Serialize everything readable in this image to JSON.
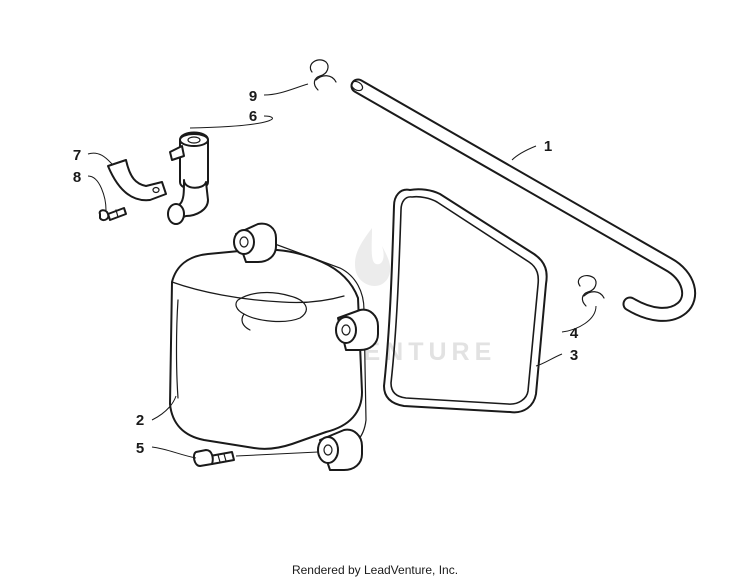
{
  "callouts": {
    "p1": "1",
    "p2": "2",
    "p3": "3",
    "p4": "4",
    "p5": "5",
    "p6": "6",
    "p7": "7",
    "p8": "8",
    "p9": "9"
  },
  "watermark": "LEADVENTURE",
  "footer": "Rendered by LeadVenture, Inc."
}
